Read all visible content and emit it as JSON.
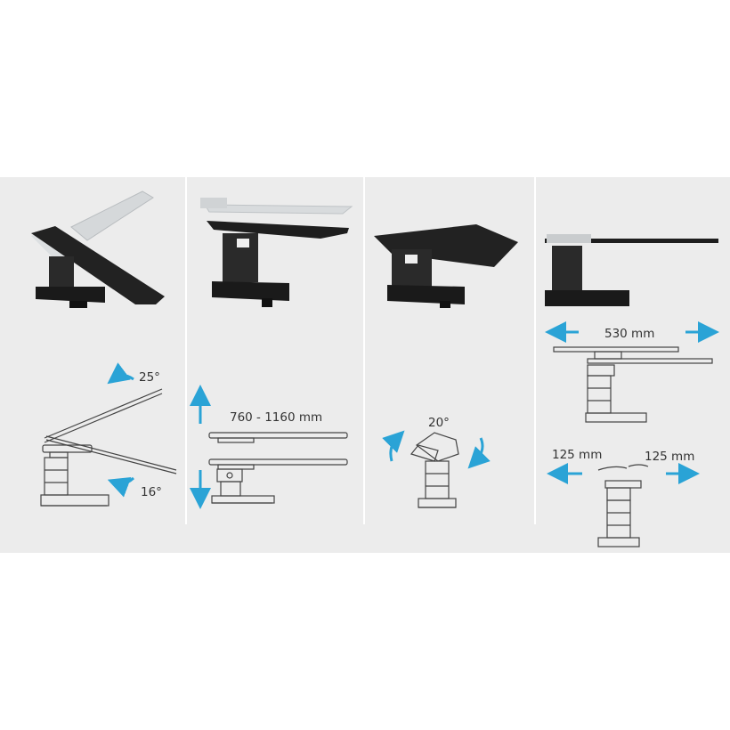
{
  "panels": [
    {
      "name": "trendelenburg",
      "labels": {
        "up_angle": "25°",
        "down_angle": "16°"
      }
    },
    {
      "name": "height",
      "labels": {
        "height_range": "760 - 1160 mm"
      }
    },
    {
      "name": "lateral-tilt",
      "labels": {
        "tilt_angle": "20°"
      }
    },
    {
      "name": "slide",
      "labels": {
        "longitudinal": "530 mm",
        "lateral_left": "125 mm",
        "lateral_right": "125 mm"
      }
    }
  ],
  "colors": {
    "background_band": "#ececec",
    "arrow": "#2aa3d6",
    "line_drawing": "#444444",
    "table_top": "#1e1e1e",
    "ghost": "#bfc3c6"
  }
}
